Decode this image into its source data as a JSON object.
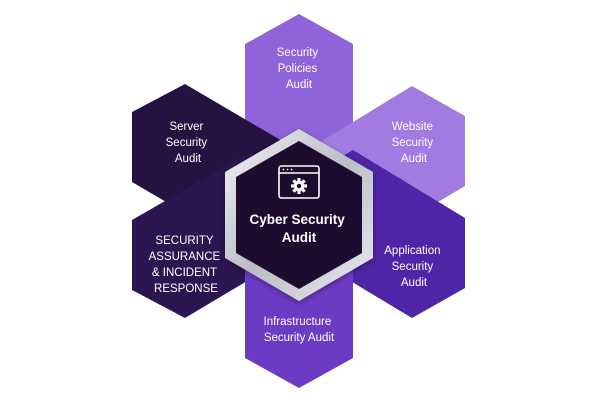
{
  "diagram": {
    "center": {
      "title_lines": [
        "Cyber Security",
        "Audit"
      ],
      "icon": "settings-window-icon"
    },
    "segments": [
      {
        "id": "security-policies-audit",
        "lines": [
          "Security",
          "Policies",
          "Audit"
        ]
      },
      {
        "id": "website-security-audit",
        "lines": [
          "Website",
          "Security",
          "Audit"
        ]
      },
      {
        "id": "application-security-audit",
        "lines": [
          "Application",
          "Security",
          "Audit"
        ]
      },
      {
        "id": "infrastructure-security-audit",
        "lines": [
          "Infrastructure",
          "Security Audit"
        ]
      },
      {
        "id": "security-assurance-incident-response",
        "lines": [
          "SECURITY",
          "ASSURANCE",
          "& INCIDENT",
          "RESPONSE"
        ]
      },
      {
        "id": "server-security-audit",
        "lines": [
          "Server",
          "Security",
          "Audit"
        ]
      }
    ]
  },
  "colors": {
    "security-policies-audit": "#8f63d9",
    "website-security-audit": "#a17ae2",
    "application-security-audit": "#4e25a6",
    "infrastructure-security-audit": "#6c3bc3",
    "security-assurance-incident-response": "#2c1651",
    "server-security-audit": "#241240",
    "center": "#1a0b2e",
    "ring": "#d6d6dc"
  }
}
